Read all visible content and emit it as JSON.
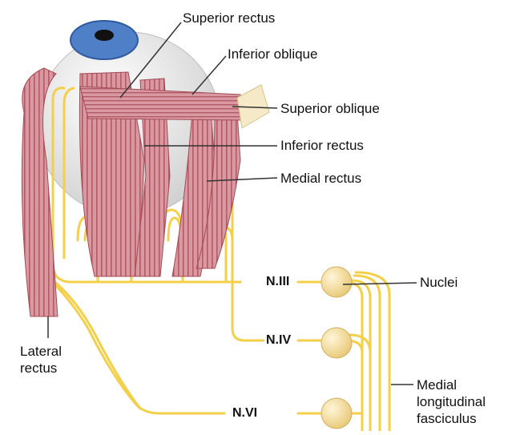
{
  "colors": {
    "nerve": "#f2d04a",
    "muscle": "#d89aa0",
    "muscle_stripe": "#b35a66",
    "eyeball": "#e6e6e6",
    "iris": "#4f7fc6",
    "nucleus": "#f4dc9c",
    "tendon": "#f6e9c8"
  },
  "labels": {
    "superior_rectus": "Superior rectus",
    "inferior_oblique": "Inferior oblique",
    "superior_oblique": "Superior oblique",
    "inferior_rectus": "Inferior rectus",
    "medial_rectus": "Medial rectus",
    "lateral_rectus": "Lateral\nrectus",
    "nuclei": "Nuclei",
    "mlf": "Medial\nlongitudinal\nfasciculus"
  },
  "nerves": {
    "n3": "N.III",
    "n4": "N.IV",
    "n6": "N.VI"
  }
}
